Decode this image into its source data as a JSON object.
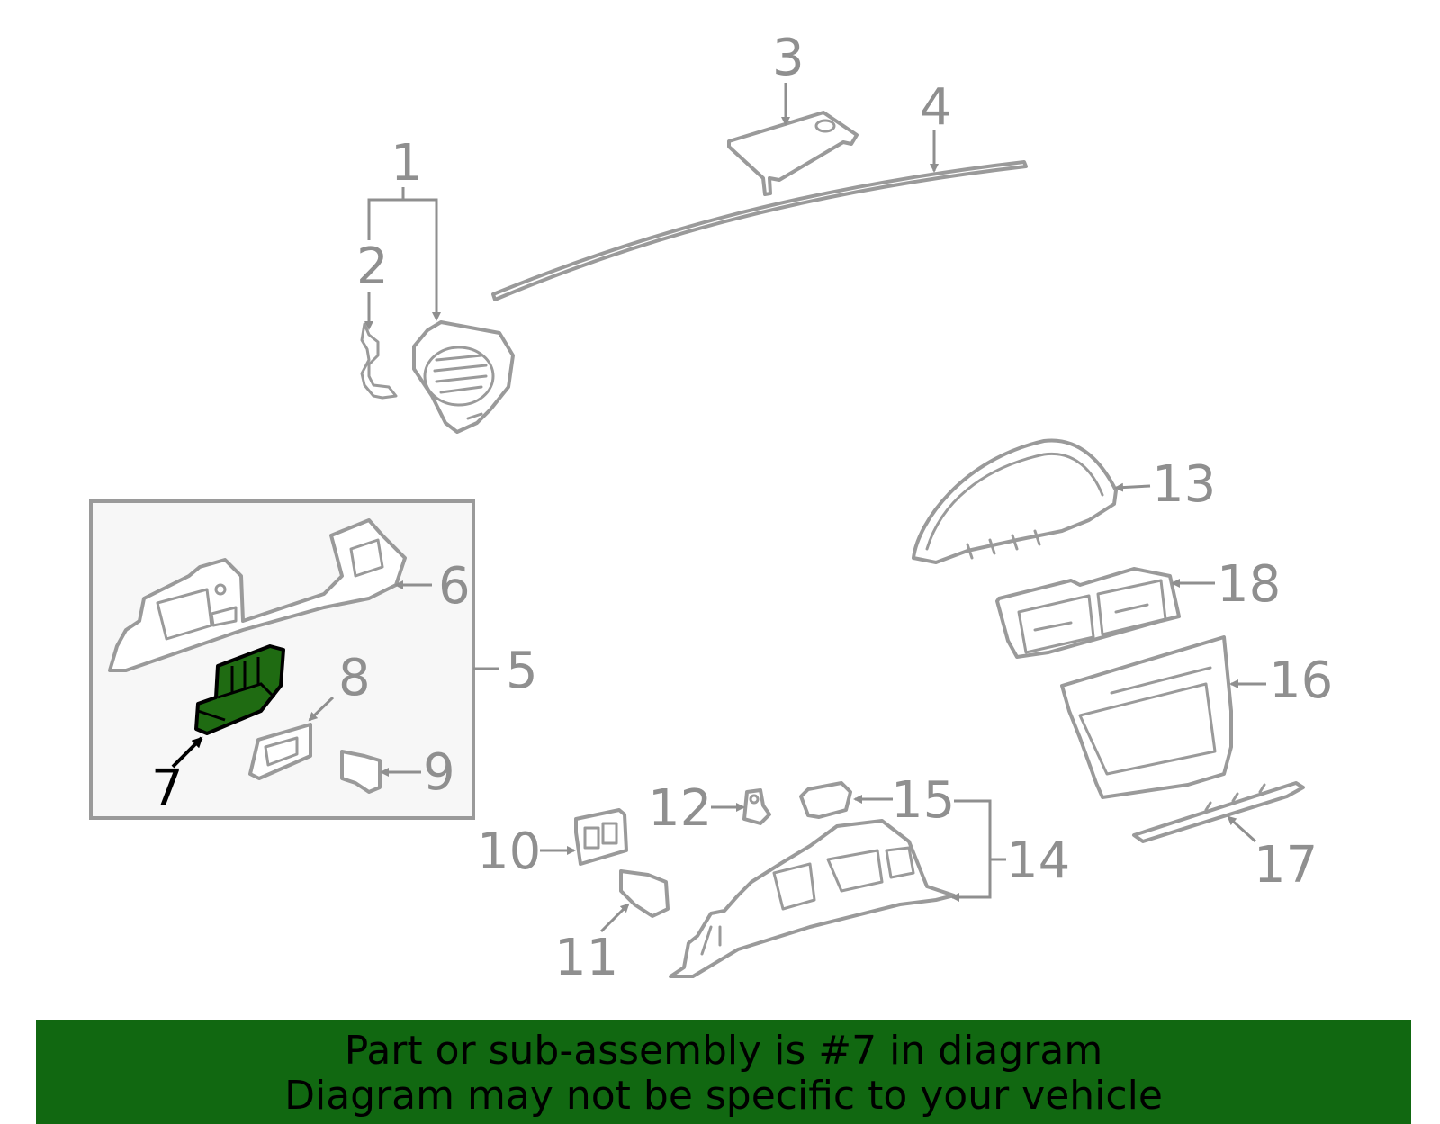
{
  "diagram": {
    "callouts": {
      "c1": "1",
      "c2": "2",
      "c3": "3",
      "c4": "4",
      "c5": "5",
      "c6": "6",
      "c7": "7",
      "c8": "8",
      "c9": "9",
      "c10": "10",
      "c11": "11",
      "c12": "12",
      "c13": "13",
      "c14": "14",
      "c15": "15",
      "c16": "16",
      "c17": "17",
      "c18": "18"
    },
    "highlighted_part": "7",
    "highlight_color": "#1f6b12",
    "part_outline_color": "#9a9a9a"
  },
  "banner": {
    "line1": "Part or sub-assembly is #7 in diagram",
    "line2": "Diagram may not be specific to your vehicle",
    "background": "#116811"
  }
}
